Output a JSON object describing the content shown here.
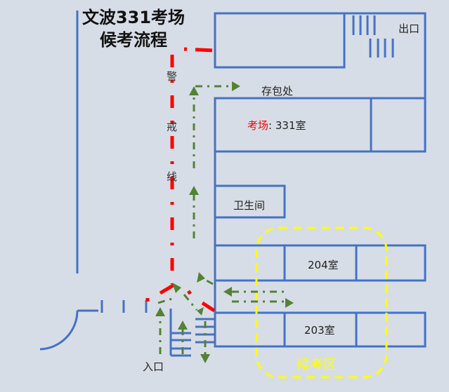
{
  "title": {
    "line1": "文波331考场",
    "line2": "候考流程"
  },
  "labels": {
    "exit": "出口",
    "bag_storage": "存包处",
    "exam_room_prefix": "考场",
    "exam_room_sep": ":",
    "exam_room": "331室",
    "restroom": "卫生间",
    "room_204": "204室",
    "room_203": "203室",
    "waiting_area": "候考区",
    "entrance": "入口",
    "cordon": [
      "警",
      "戒",
      "线"
    ]
  },
  "colors": {
    "wall": "#4472c4",
    "cordon": "#ff0000",
    "route": "#548235",
    "waiting": "#ffff00",
    "background": "#d7dde6"
  }
}
